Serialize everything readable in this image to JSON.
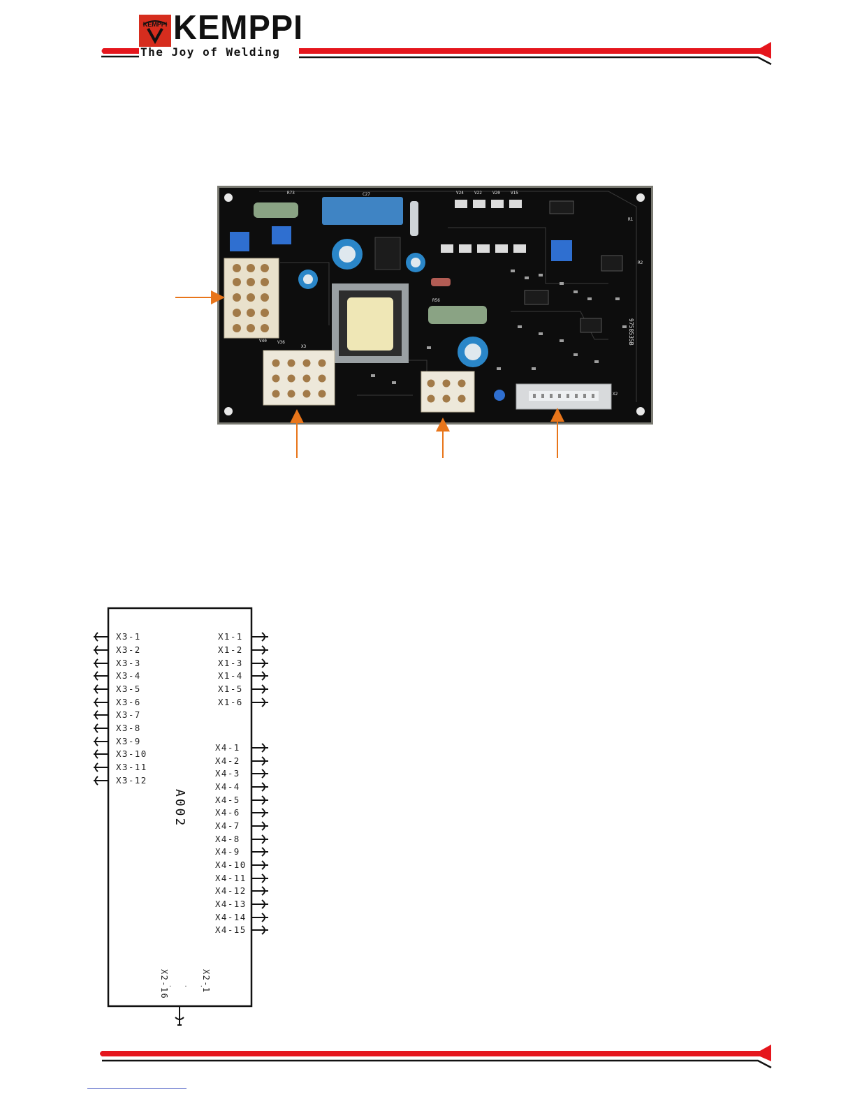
{
  "header": {
    "brand": "KEMPPI",
    "tagline": "The Joy of Welding",
    "badge_text": "KEMPPI",
    "accent_color": "#e5161d"
  },
  "pcb_photo": {
    "pcb_markings": [
      "R73",
      "C27",
      "V24",
      "V22",
      "V20",
      "V15",
      "R1",
      "R2",
      "R56",
      "V40",
      "V36",
      "X3",
      "X2",
      "9758535B"
    ],
    "callout_color": "#e8751a"
  },
  "schematic": {
    "block_ref": "A002",
    "left_pins": [
      "X3-1",
      "X3-2",
      "X3-3",
      "X3-4",
      "X3-5",
      "X3-6",
      "X3-7",
      "X3-8",
      "X3-9",
      "X3-10",
      "X3-11",
      "X3-12"
    ],
    "right_pins_x1": [
      "X1-1",
      "X1-2",
      "X1-3",
      "X1-4",
      "X1-5",
      "X1-6"
    ],
    "right_pins_x4": [
      "X4-1",
      "X4-2",
      "X4-3",
      "X4-4",
      "X4-5",
      "X4-6",
      "X4-7",
      "X4-8",
      "X4-9",
      "X4-10",
      "X4-11",
      "X4-12",
      "X4-13",
      "X4-14",
      "X4-15"
    ],
    "bottom_pins": [
      "X2-16",
      "X2-1"
    ],
    "bottom_dots": ". . ."
  }
}
